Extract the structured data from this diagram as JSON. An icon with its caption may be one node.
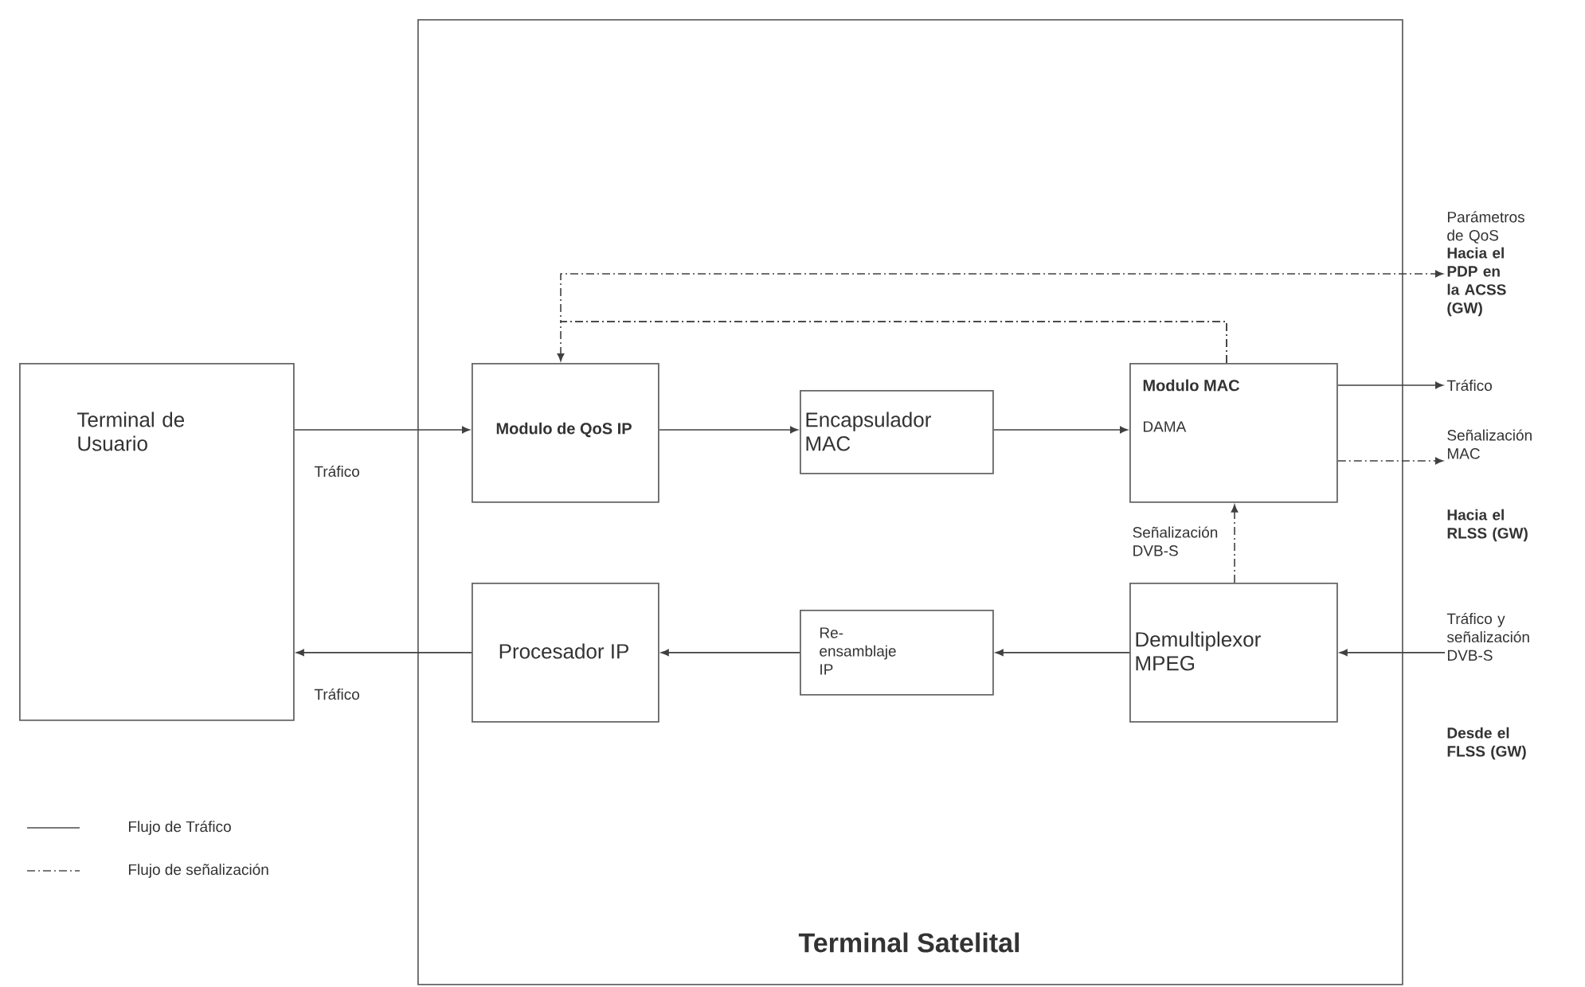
{
  "diagram": {
    "nodes": [
      {
        "text": [
          "Terminal Satelital"
        ]
      },
      {
        "text": [
          "Terminal de Usuario"
        ]
      },
      {
        "text": [
          "Modulo de QoS IP"
        ],
        "in": 0
      },
      {
        "text": [
          "Encapsulador MAC"
        ],
        "in": 0
      },
      {
        "text": [
          "Modulo MAC",
          "DAMA"
        ],
        "in": 0
      },
      {
        "text": [
          "Procesador IP"
        ],
        "in": 0
      },
      {
        "text": [
          "Re- ensamblaje IP"
        ],
        "in": 0
      },
      {
        "text": [
          "Demultiplexor MPEG"
        ],
        "in": 0
      },
      {
        "text": [
          "Hacia el PDP en la ACSS (GW)"
        ],
        "beside": [
          "Parámetros de QoS"
        ]
      },
      {
        "text": [
          "Tráfico"
        ]
      },
      {
        "text": [
          "Señalización MAC"
        ]
      },
      {
        "text": [
          "Tráfico y señalización DVB-S"
        ]
      }
    ],
    "edges": [
      {
        "from": 1,
        "to": 2,
        "arrow": "to",
        "label": "Tráfico"
      },
      {
        "from": 2,
        "to": 3,
        "arrow": "to"
      },
      {
        "from": 3,
        "to": 4,
        "arrow": "to"
      },
      {
        "from": 4,
        "to": 9,
        "arrow": "to"
      },
      {
        "from": 4,
        "to": 10,
        "arrow": "to",
        "style": "dashed"
      },
      {
        "from": 4,
        "to": 2,
        "arrow": "to",
        "style": "dashed"
      },
      {
        "from": 4,
        "to": 8,
        "arrow": "to",
        "style": "dashed"
      },
      {
        "from": 7,
        "to": 4,
        "arrow": "to",
        "style": "dashed",
        "label": "Señalización DVB-S"
      },
      {
        "from": 11,
        "to": 7,
        "arrow": "to"
      },
      {
        "from": 7,
        "to": 6,
        "arrow": "to"
      },
      {
        "from": 6,
        "to": 5,
        "arrow": "to"
      },
      {
        "from": 5,
        "to": 1,
        "arrow": "to",
        "label": "Tráfico"
      }
    ],
    "labels": [
      "Hacia el RLSS (GW)",
      "Desde el FLSS (GW)"
    ],
    "legend": [
      {
        "text": "Flujo de Tráfico"
      },
      {
        "text": "Flujo de señalización"
      }
    ]
  }
}
